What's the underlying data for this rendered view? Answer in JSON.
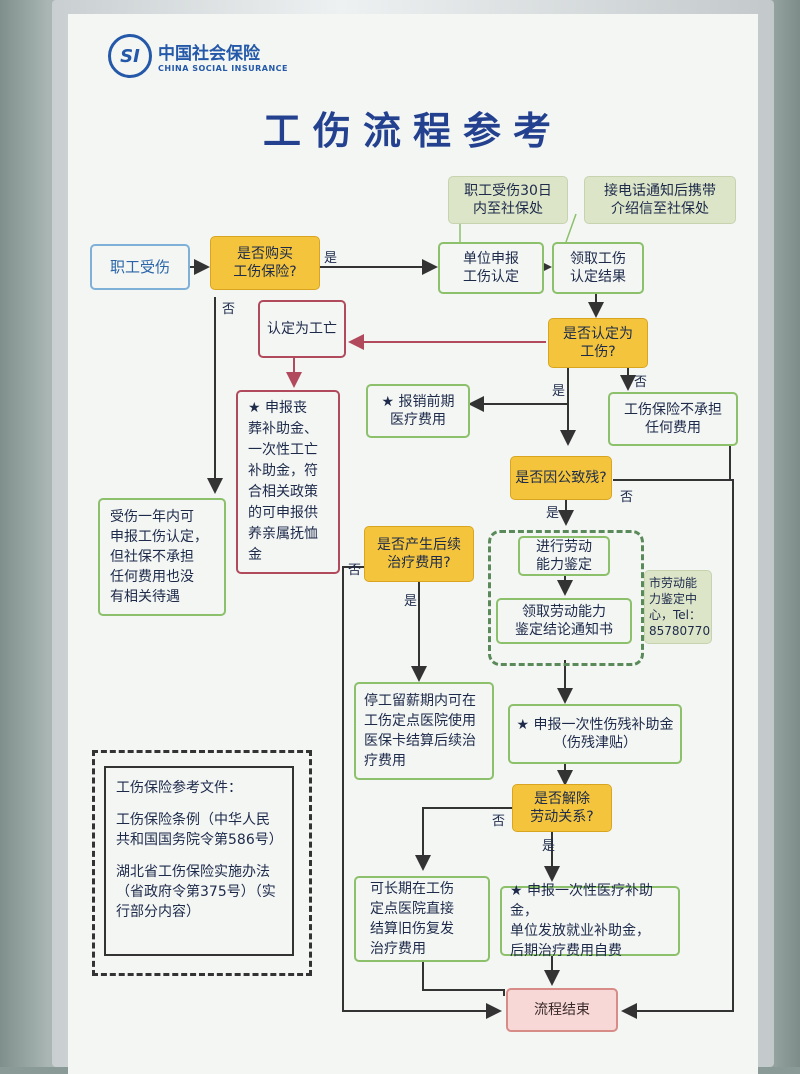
{
  "logo": {
    "mark": "SI",
    "name_cn": "中国社会保险",
    "name_en": "CHINA SOCIAL INSURANCE"
  },
  "title": "工伤流程参考",
  "nodes": {
    "injured": "职工受伤",
    "bought_insurance": "是否购买\n工伤保险?",
    "within_30_days": "职工受伤30日\n内至社保处",
    "employer_apply": "单位申报\n工伤认定",
    "notified_by_phone": "接电话通知后携带\n介绍信至社保处",
    "receive_result": "领取工伤\n认定结果",
    "recognized": "是否认定为\n工伤?",
    "died": "认定为工亡",
    "death_benefits": "★ 申报丧\n葬补助金、\n一次性工亡\n补助金，符\n合相关政策\n的可申报供\n养亲属抚恤\n金",
    "reimburse": "★ 报销前期\n医疗费用",
    "not_covered": "工伤保险不承担\n任何费用",
    "disabled": "是否因公致残?",
    "no_insurance": "受伤一年内可\n申报工伤认定，\n但社保不承担\n任何费用也没\n有相关待遇",
    "followup": "是否产生后续\n治疗费用?",
    "appraisal": "进行劳动\n能力鉴定",
    "appraisal_notice": "领取劳动能力\n鉴定结论通知书",
    "appraisal_center": "市劳动能\n力鉴定中\n心，Tel：\n85780770",
    "paid_leave": "停工留薪期内可在\n工伤定点医院使用\n医保卡结算后续治\n疗费用",
    "disability_subsidy": "★ 申报一次性伤残补助金\n（伤残津贴）",
    "terminate": "是否解除\n劳动关系?",
    "long_term": "可长期在工伤\n定点医院直接\n结算旧伤复发\n治疗费用",
    "medical_subsidy": "★ 申报一次性医疗补助金，\n单位发放就业补助金，\n后期治疗费用自费",
    "end": "流程结束"
  },
  "labels": {
    "yes": "是",
    "no": "否"
  },
  "reference": {
    "heading": "工伤保险参考文件：",
    "doc1": "工伤保险条例（中华人民共和国国务院令第586号）",
    "doc2": "湖北省工伤保险实施办法（省政府令第375号）（实行部分内容）"
  },
  "colors": {
    "yellow": "#f4c53c",
    "green_border": "#8cc06a",
    "red_border": "#b04a5c",
    "title": "#23418f",
    "line": "#333333",
    "red_line": "#b04a5c"
  }
}
